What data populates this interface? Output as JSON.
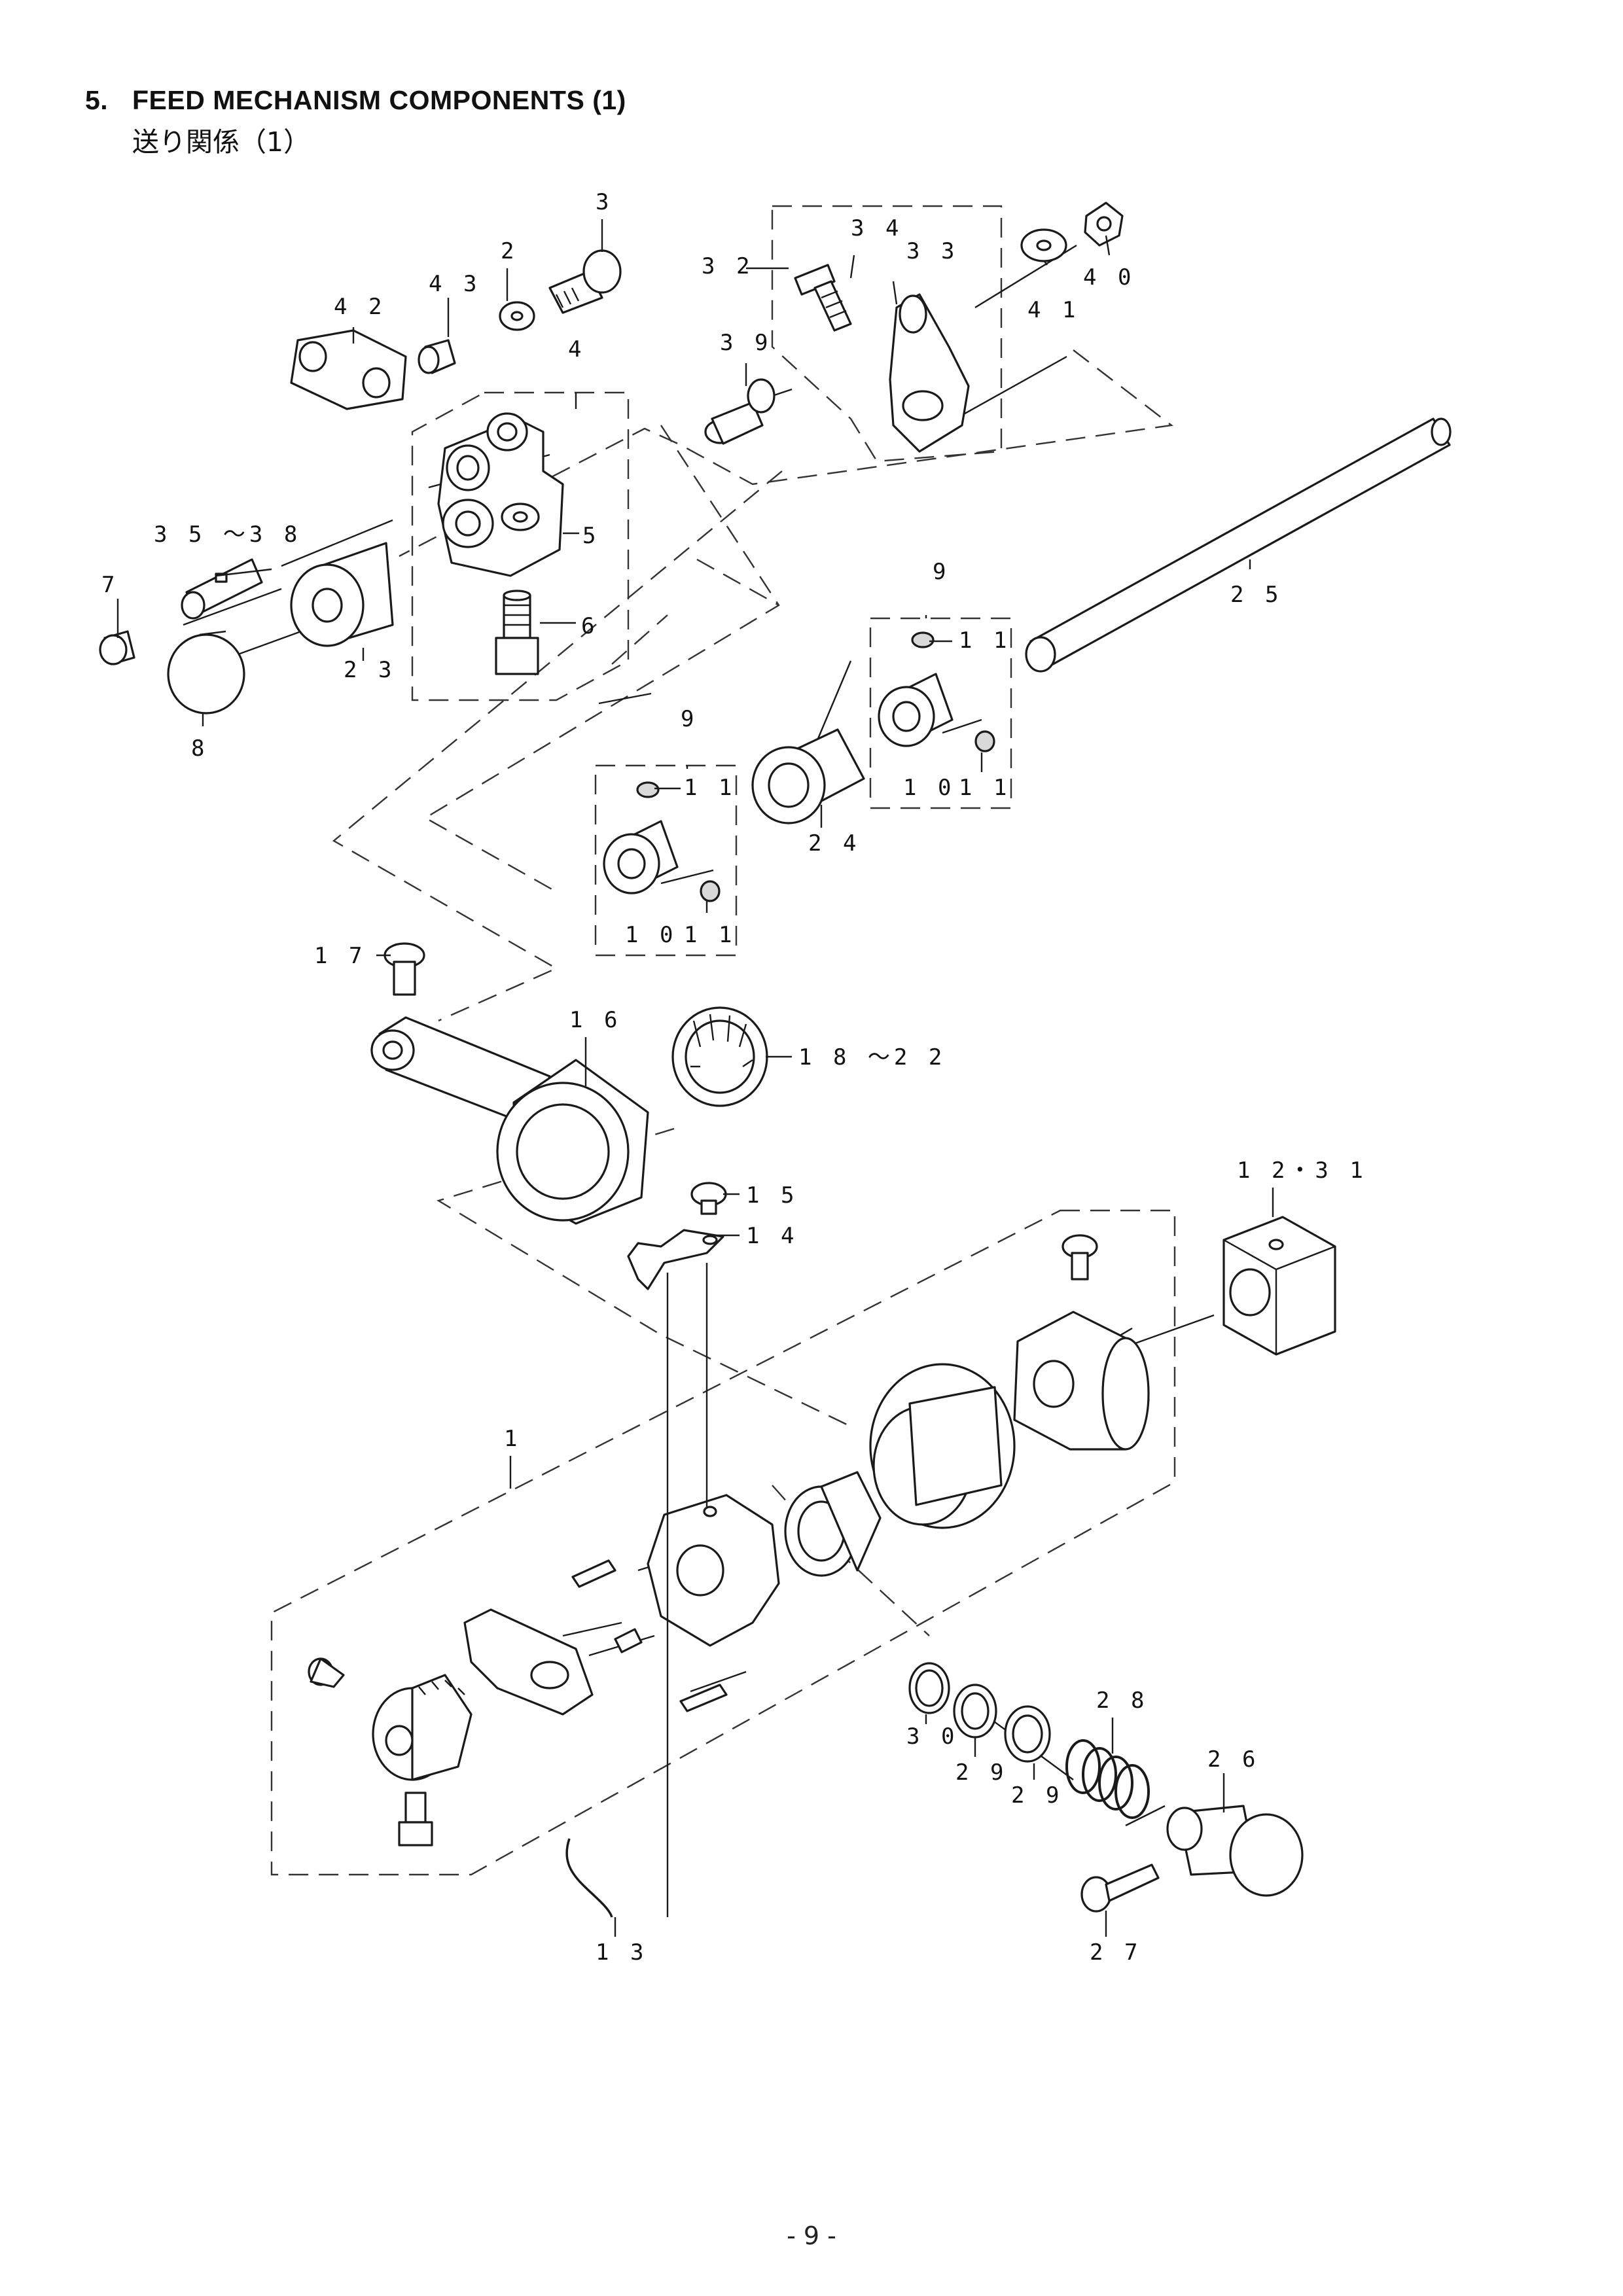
{
  "heading": {
    "number": "5.",
    "title": "FEED MECHANISM COMPONENTS (1)",
    "subtitle_jp": "送り関係（1）"
  },
  "callouts": {
    "c1": "1",
    "c2": "2",
    "c3": "3",
    "c4": "4",
    "c5": "5",
    "c6": "6",
    "c7": "7",
    "c8": "8",
    "c9a": "9",
    "c9b": "9",
    "c10a": "1 0",
    "c10b": "1 0",
    "c11a": "1 1",
    "c11b": "1 1",
    "c11c": "1 1",
    "c11d": "1 1",
    "c12_31": "1 2・3 1",
    "c13": "1 3",
    "c14": "1 4",
    "c15": "1 5",
    "c16": "1 6",
    "c17": "1 7",
    "c18_22": "1 8 ～2 2",
    "c23": "2 3",
    "c24": "2 4",
    "c25": "2 5",
    "c26": "2 6",
    "c27": "2 7",
    "c28": "2 8",
    "c29a": "2 9",
    "c29b": "2 9",
    "c30": "3 0",
    "c32": "3 2",
    "c33": "3 3",
    "c34": "3 4",
    "c35_38": "3 5 ～3 8",
    "c39": "3 9",
    "c40": "4 0",
    "c41": "4 1",
    "c42": "4 2",
    "c43": "4 3"
  },
  "page_number": "- 9 -"
}
